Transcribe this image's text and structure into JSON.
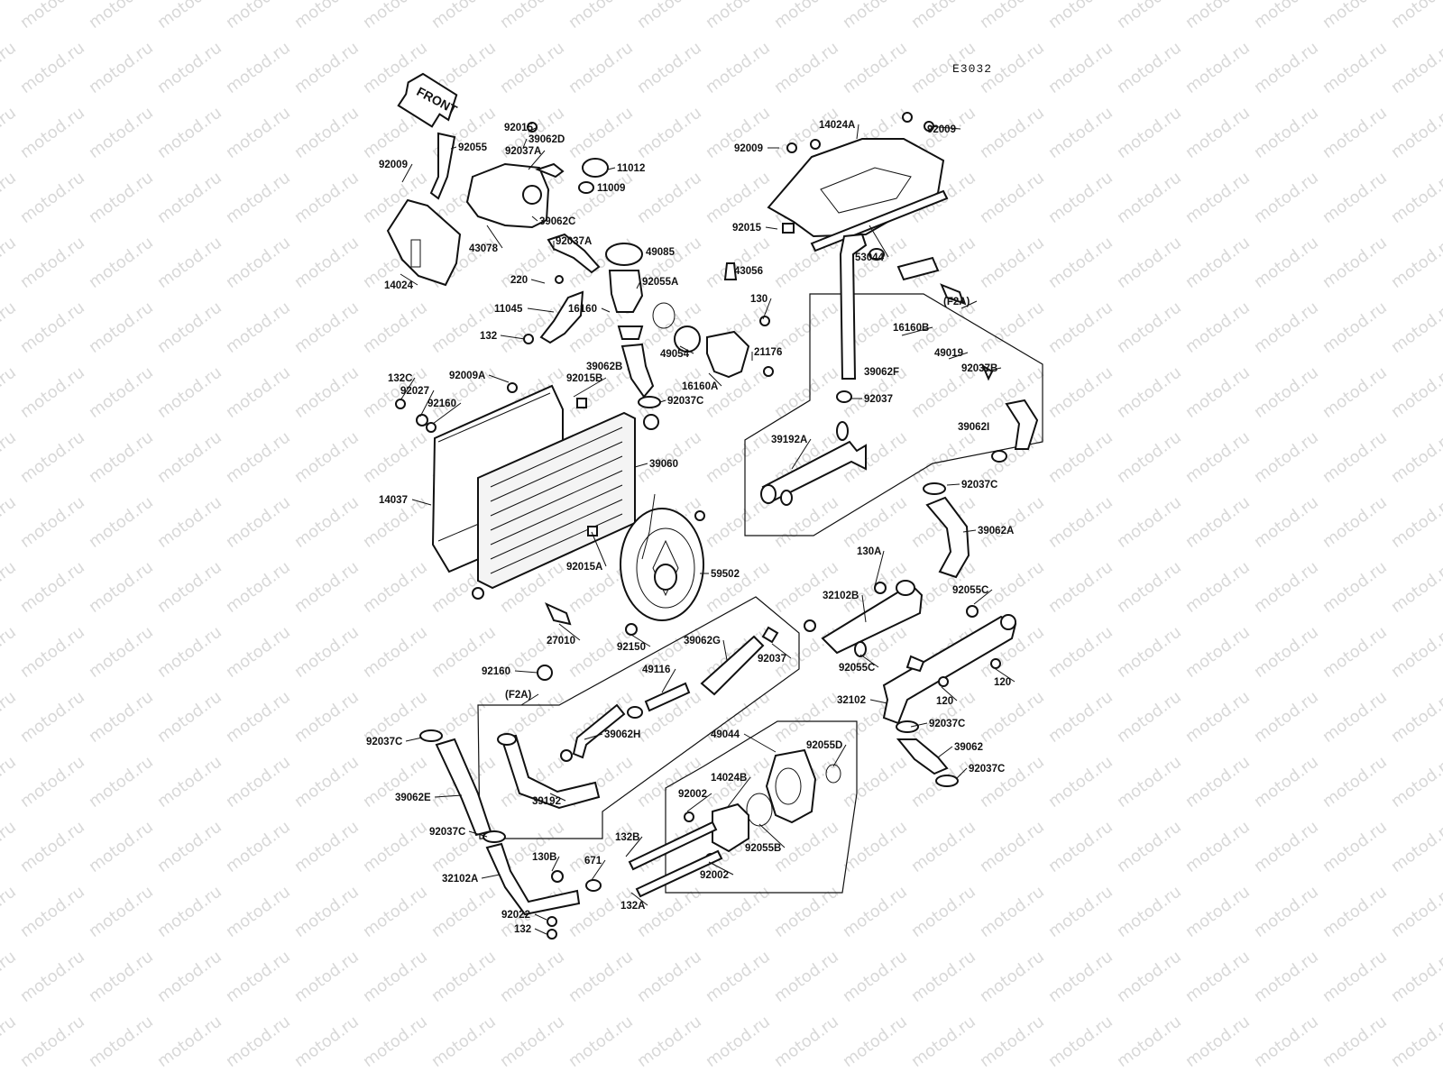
{
  "diagram": {
    "code": "E3032",
    "front_label": "FRONT",
    "watermark": "motod.ru",
    "labels": [
      {
        "id": "92015-top",
        "text": "92015"
      },
      {
        "id": "39062D",
        "text": "39062D"
      },
      {
        "id": "92037A-top",
        "text": "92037A"
      },
      {
        "id": "92055",
        "text": "92055"
      },
      {
        "id": "92009-left",
        "text": "92009"
      },
      {
        "id": "11012",
        "text": "11012"
      },
      {
        "id": "11009",
        "text": "11009"
      },
      {
        "id": "39062C",
        "text": "39062C"
      },
      {
        "id": "43078",
        "text": "43078"
      },
      {
        "id": "92037A-mid",
        "text": "92037A"
      },
      {
        "id": "49085",
        "text": "49085"
      },
      {
        "id": "14024",
        "text": "14024"
      },
      {
        "id": "220",
        "text": "220"
      },
      {
        "id": "92055A",
        "text": "92055A"
      },
      {
        "id": "11045",
        "text": "11045"
      },
      {
        "id": "16160",
        "text": "16160"
      },
      {
        "id": "132-left",
        "text": "132"
      },
      {
        "id": "43056",
        "text": "43056"
      },
      {
        "id": "130",
        "text": "130"
      },
      {
        "id": "49054",
        "text": "49054"
      },
      {
        "id": "21176",
        "text": "21176"
      },
      {
        "id": "16160A",
        "text": "16160A"
      },
      {
        "id": "39062B",
        "text": "39062B"
      },
      {
        "id": "92037C-a",
        "text": "92037C"
      },
      {
        "id": "132C",
        "text": "132C"
      },
      {
        "id": "92009A",
        "text": "92009A"
      },
      {
        "id": "92015B",
        "text": "92015B"
      },
      {
        "id": "92027",
        "text": "92027"
      },
      {
        "id": "92160-top",
        "text": "92160"
      },
      {
        "id": "14024A",
        "text": "14024A"
      },
      {
        "id": "92009-r1",
        "text": "92009"
      },
      {
        "id": "92009-r2",
        "text": "92009"
      },
      {
        "id": "92015-right",
        "text": "92015"
      },
      {
        "id": "53044",
        "text": "53044"
      },
      {
        "id": "F2A-right",
        "text": "(F2A)"
      },
      {
        "id": "16160B",
        "text": "16160B"
      },
      {
        "id": "49019",
        "text": "49019"
      },
      {
        "id": "92037B",
        "text": "92037B"
      },
      {
        "id": "39062F",
        "text": "39062F"
      },
      {
        "id": "92037-right",
        "text": "92037"
      },
      {
        "id": "39062I",
        "text": "39062I"
      },
      {
        "id": "39192A",
        "text": "39192A"
      },
      {
        "id": "92037C-b",
        "text": "92037C"
      },
      {
        "id": "39060",
        "text": "39060"
      },
      {
        "id": "14037",
        "text": "14037"
      },
      {
        "id": "39062A",
        "text": "39062A"
      },
      {
        "id": "92015A",
        "text": "92015A"
      },
      {
        "id": "59502",
        "text": "59502"
      },
      {
        "id": "130A",
        "text": "130A"
      },
      {
        "id": "32102B",
        "text": "32102B"
      },
      {
        "id": "92055C-a",
        "text": "92055C"
      },
      {
        "id": "27010",
        "text": "27010"
      },
      {
        "id": "92150",
        "text": "92150"
      },
      {
        "id": "39062G",
        "text": "39062G"
      },
      {
        "id": "92037-mid",
        "text": "92037"
      },
      {
        "id": "92055C-b",
        "text": "92055C"
      },
      {
        "id": "92160-bot",
        "text": "92160"
      },
      {
        "id": "49116",
        "text": "49116"
      },
      {
        "id": "120-a",
        "text": "120"
      },
      {
        "id": "120-b",
        "text": "120"
      },
      {
        "id": "F2A-left",
        "text": "(F2A)"
      },
      {
        "id": "32102",
        "text": "32102"
      },
      {
        "id": "39062H",
        "text": "39062H"
      },
      {
        "id": "92037C-c",
        "text": "92037C"
      },
      {
        "id": "92037C-d",
        "text": "92037C"
      },
      {
        "id": "49044",
        "text": "49044"
      },
      {
        "id": "92055D",
        "text": "92055D"
      },
      {
        "id": "39062",
        "text": "39062"
      },
      {
        "id": "92037C-e",
        "text": "92037C"
      },
      {
        "id": "39062E",
        "text": "39062E"
      },
      {
        "id": "14024B",
        "text": "14024B"
      },
      {
        "id": "92002-a",
        "text": "92002"
      },
      {
        "id": "39192",
        "text": "39192"
      },
      {
        "id": "92037C-f",
        "text": "92037C"
      },
      {
        "id": "92055B",
        "text": "92055B"
      },
      {
        "id": "132B",
        "text": "132B"
      },
      {
        "id": "130B",
        "text": "130B"
      },
      {
        "id": "671",
        "text": "671"
      },
      {
        "id": "32102A",
        "text": "32102A"
      },
      {
        "id": "92002-b",
        "text": "92002"
      },
      {
        "id": "132A",
        "text": "132A"
      },
      {
        "id": "92022",
        "text": "92022"
      },
      {
        "id": "132-bot",
        "text": "132"
      }
    ]
  }
}
